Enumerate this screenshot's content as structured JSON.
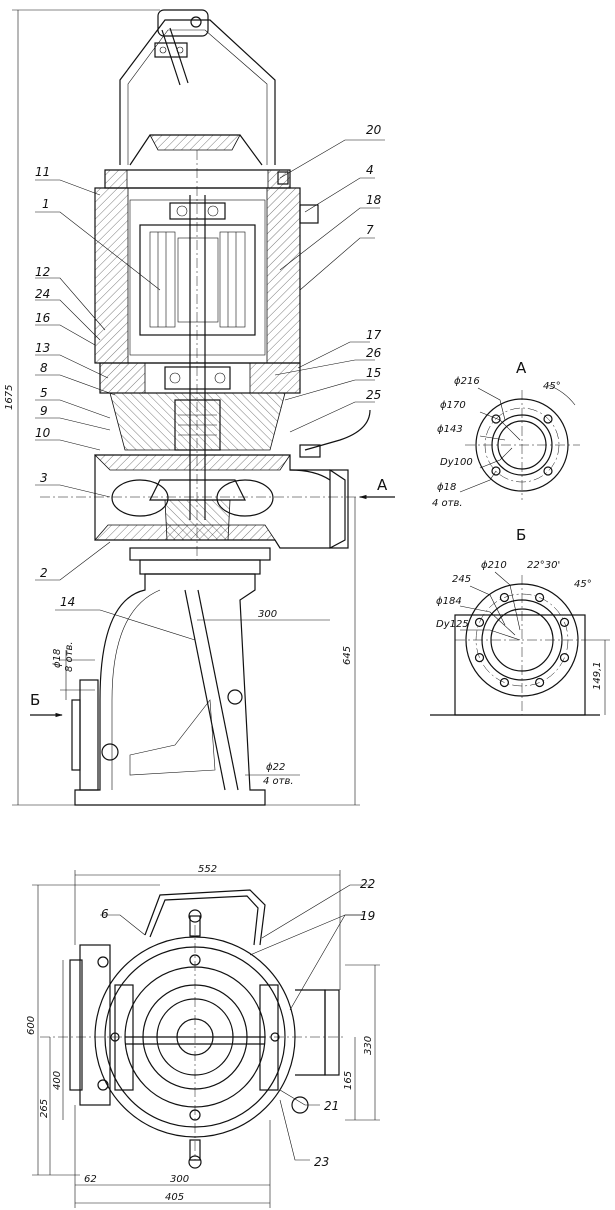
{
  "leaders": [
    "20",
    "4",
    "18",
    "7",
    "11",
    "1",
    "12",
    "24",
    "16",
    "13",
    "8",
    "5",
    "9",
    "10",
    "3",
    "2",
    "14",
    "17",
    "26",
    "15",
    "25",
    "6",
    "22",
    "19",
    "21",
    "23"
  ],
  "section_marks": {
    "a": "А",
    "b": "Б"
  },
  "main_view_dims": {
    "overall_height": "1675",
    "outlet_height": "645",
    "offset": "300",
    "inlet_hole_dia": "ϕ18",
    "inlet_hole_count": "8 отв.",
    "foot_hole_dia": "ϕ22",
    "foot_hole_count": "4 отв."
  },
  "flange_a": {
    "title": "А",
    "d_outer": "ϕ216",
    "d_bolt": "ϕ170",
    "d_raised": "ϕ143",
    "dy": "Dy100",
    "holes": "ϕ18",
    "hole_count": "4 отв.",
    "angle": "45°"
  },
  "flange_b": {
    "title": "Б",
    "d_outer": "245",
    "d_bolt": "ϕ210",
    "d_raised": "ϕ184",
    "dy": "Dy125",
    "angle1": "22°30'",
    "angle2": "45°",
    "height": "149,1"
  },
  "plan_view_dims": {
    "width": "552",
    "depth": "600",
    "d330": "330",
    "d165": "165",
    "d400": "400",
    "d265": "265",
    "d62": "62",
    "d300": "300",
    "d405": "405"
  }
}
